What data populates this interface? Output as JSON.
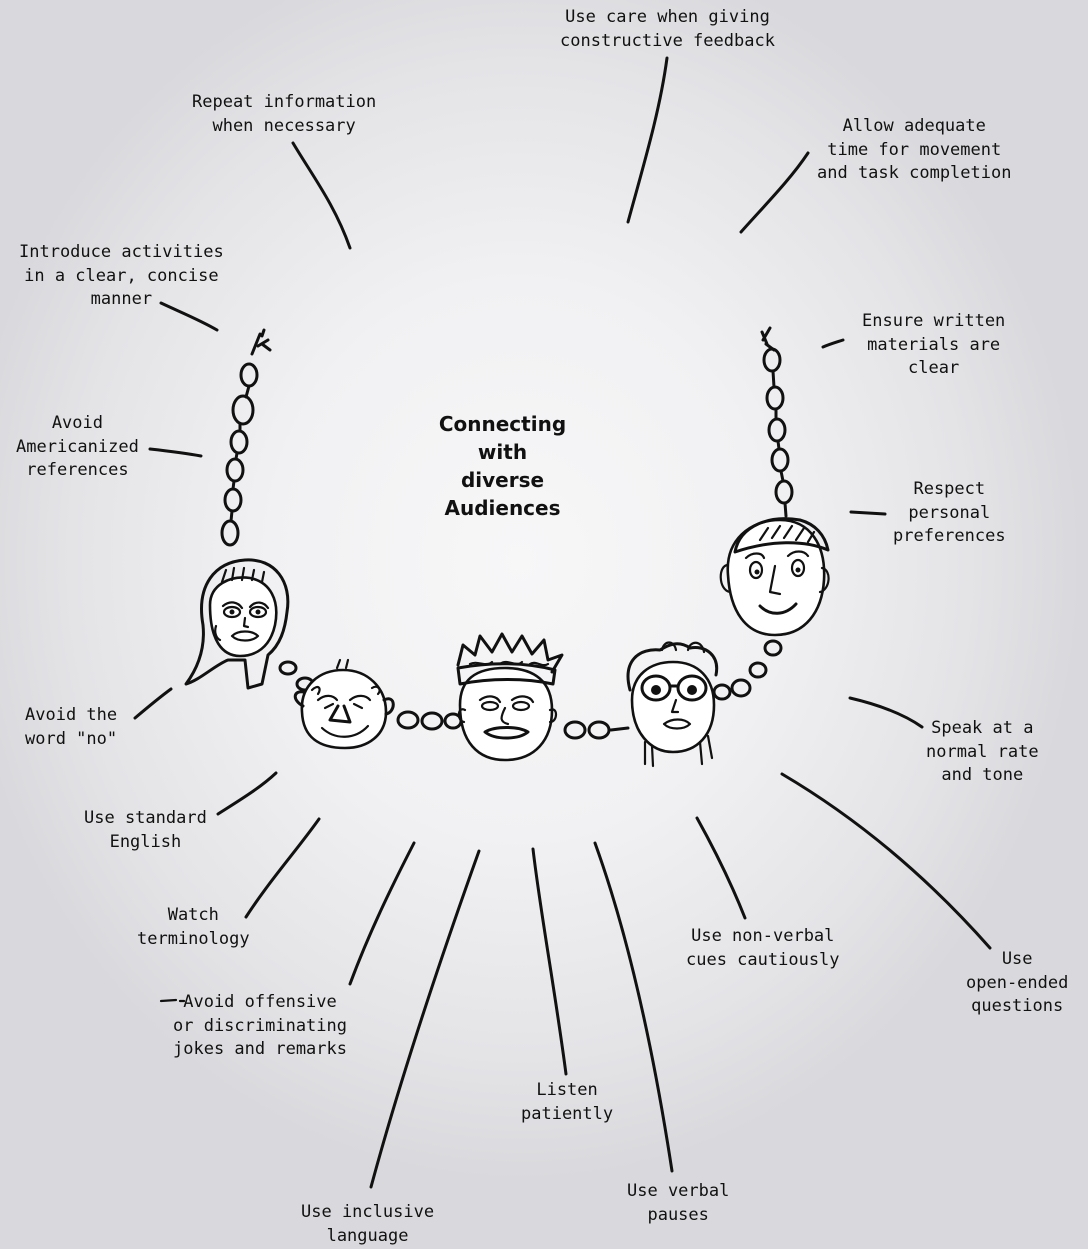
{
  "center_title": "Connecting\nwith\ndiverse\nAudiences",
  "tips": {
    "constructive_feedback": "Use care when giving\nconstructive feedback",
    "repeat_information": "Repeat information\nwhen necessary",
    "allow_time": "Allow adequate\ntime for movement\nand task completion",
    "introduce_activities": "Introduce activities\nin a clear, concise\nmanner",
    "written_materials": "Ensure written\nmaterials are\nclear",
    "avoid_americanized": "Avoid\nAmericanized\nreferences",
    "respect_preferences": "Respect\npersonal\npreferences",
    "avoid_no": "Avoid the\nword \"no\"",
    "speak_rate": "Speak at a\nnormal rate\nand tone",
    "standard_english": "Use standard\nEnglish",
    "watch_terminology": "Watch\nterminology",
    "nonverbal_cues": "Use non-verbal\ncues cautiously",
    "open_ended": "Use\nopen-ended\nquestions",
    "avoid_offensive": "Avoid offensive\nor discriminating\njokes and remarks",
    "listen_patiently": "Listen\npatiently",
    "verbal_pauses": "Use verbal\npauses",
    "inclusive_language": "Use inclusive\nlanguage"
  },
  "colors": {
    "ink": "#111111",
    "background_center": "#f7f7f8",
    "background_edge": "#d9d9dd"
  }
}
